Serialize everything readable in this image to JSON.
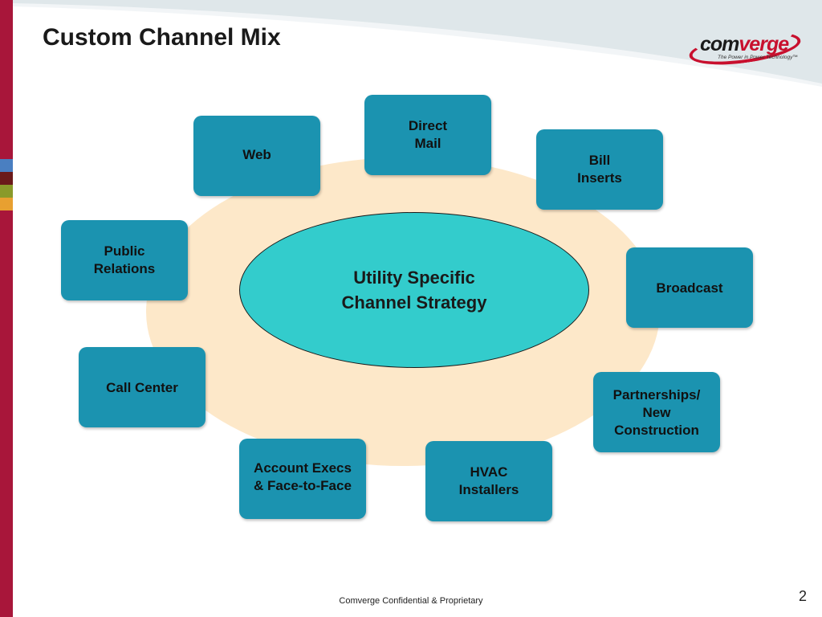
{
  "slide": {
    "title": "Custom Channel Mix",
    "footer": "Comverge Confidential & Proprietary",
    "page_number": "2"
  },
  "logo": {
    "word_main": "com",
    "word_accent": "verge",
    "tagline": "The Power in Power Technology™"
  },
  "diagram": {
    "center": "Utility Specific\nChannel Strategy",
    "channels": [
      {
        "id": "direct-mail",
        "label": "Direct\nMail"
      },
      {
        "id": "web",
        "label": "Web"
      },
      {
        "id": "bill-inserts",
        "label": "Bill\nInserts"
      },
      {
        "id": "public-relations",
        "label": "Public\nRelations"
      },
      {
        "id": "broadcast",
        "label": "Broadcast"
      },
      {
        "id": "call-center",
        "label": "Call Center"
      },
      {
        "id": "partnerships",
        "label": "Partnerships/\nNew\nConstruction"
      },
      {
        "id": "account-execs",
        "label": "Account Execs\n& Face-to-Face"
      },
      {
        "id": "hvac-installers",
        "label": "HVAC\nInstallers"
      }
    ]
  },
  "colors": {
    "box_fill": "#1b93b0",
    "center_fill": "#33cccc",
    "outer_ring": "#fde8c9",
    "brand_red": "#c8102e",
    "accent_swatches": [
      "#4a7fc1",
      "#6b1a1a",
      "#8a9a2a",
      "#e8a030"
    ]
  }
}
